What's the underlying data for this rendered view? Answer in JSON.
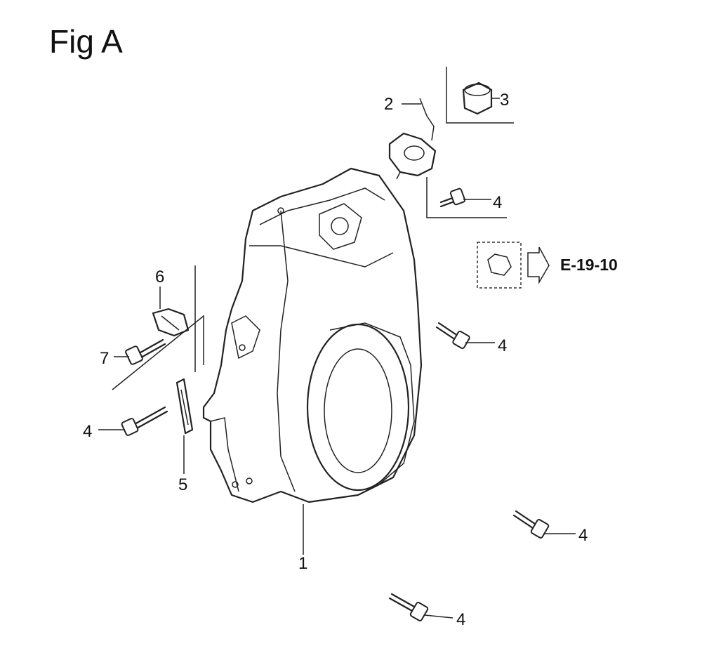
{
  "figure": {
    "title": "Fig A"
  },
  "reference": {
    "label": "E-19-10"
  },
  "callouts": {
    "c1": "1",
    "c2": "2",
    "c3": "3",
    "c4a": "4",
    "c4b": "4",
    "c4c": "4",
    "c4d": "4",
    "c4e": "4",
    "c5": "5",
    "c6": "6",
    "c7": "7"
  }
}
